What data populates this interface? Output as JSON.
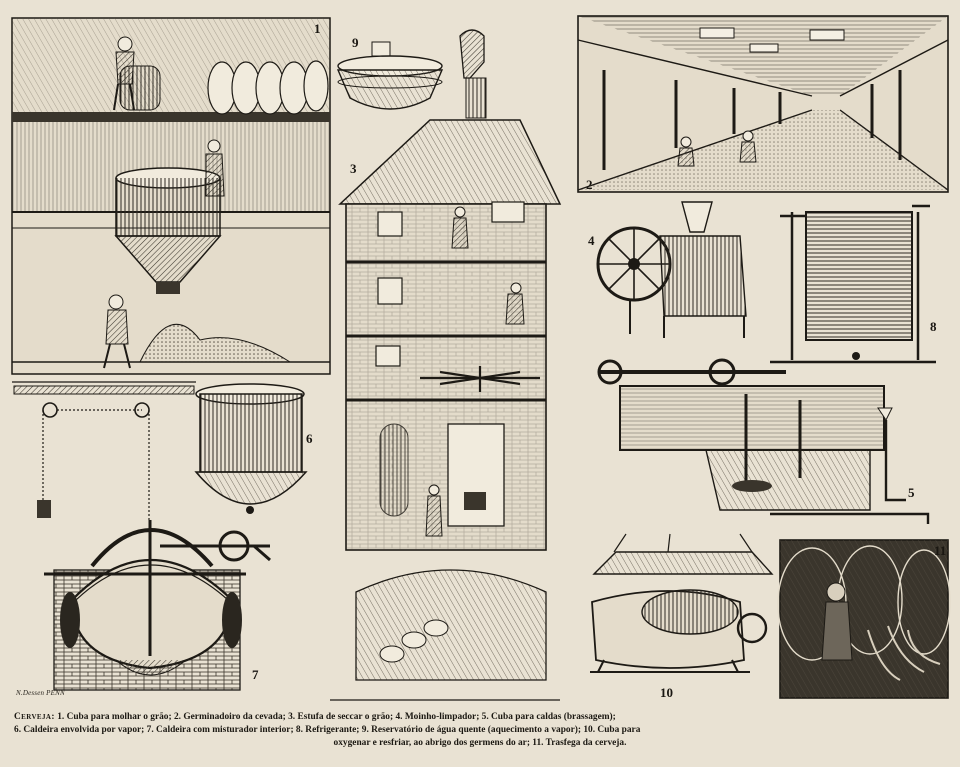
{
  "plate": {
    "figure_numbers": [
      "1",
      "2",
      "3",
      "4",
      "5",
      "6",
      "7",
      "8",
      "9",
      "10",
      "11"
    ],
    "signature": "N.Dessen PENN",
    "caption": {
      "lead": "Cerveja:",
      "line1": " 1. Cuba para molhar o grão; 2. Germinadoiro da cevada; 3. Estufa de seccar o grão; 4. Moinho-limpador; 5. Cuba para caldas (brassagem);",
      "line2": "6. Caldeira envolvida por vapor; 7. Caldeira com misturador interior; 8. Refrigerante; 9. Reservatório de água quente (aquecimento a vapor); 10. Cuba para",
      "line3": "oxygenar e resfriar, ao abrigo dos germens do ar; 11. Trasfega da cerveja."
    }
  },
  "colors": {
    "paper": "#e9e2d3",
    "ink": "#1d1a15",
    "shade": "#6d665a"
  }
}
